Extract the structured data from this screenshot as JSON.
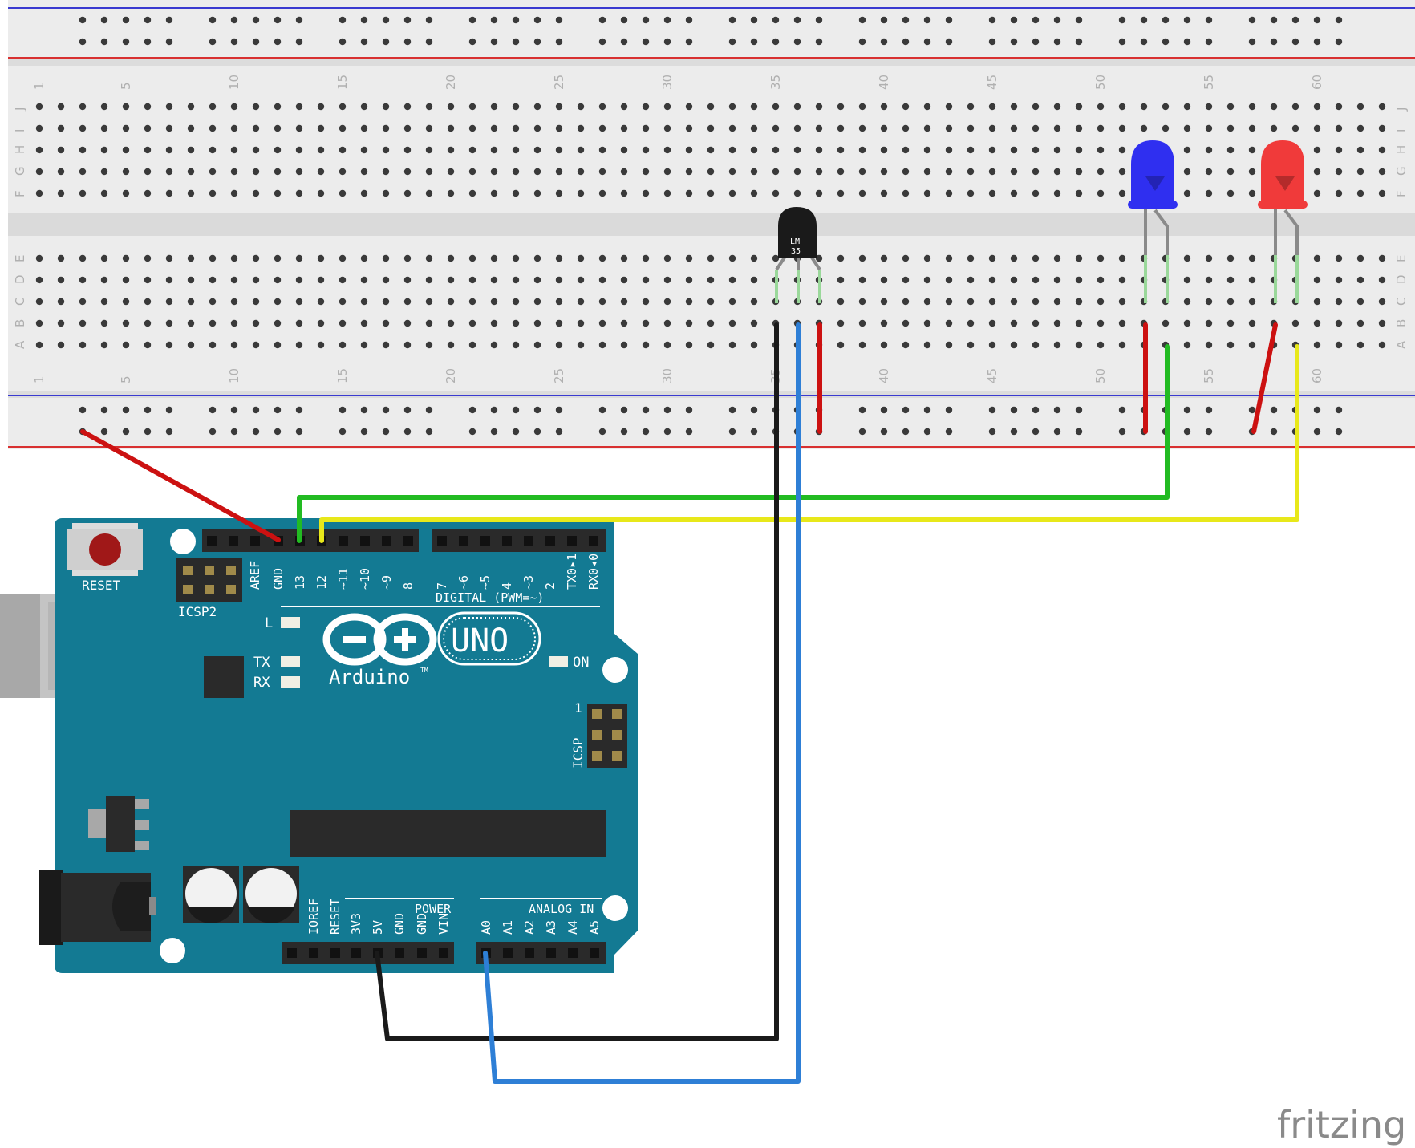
{
  "breadboard": {
    "column_numbers": [
      "1",
      "5",
      "10",
      "15",
      "20",
      "25",
      "30",
      "35",
      "40",
      "45",
      "50",
      "55",
      "60"
    ],
    "rows_top": [
      "J",
      "I",
      "H",
      "G",
      "F"
    ],
    "rows_bottom": [
      "E",
      "D",
      "C",
      "B",
      "A"
    ]
  },
  "arduino": {
    "reset_label": "RESET",
    "icsp2_label": "ICSP2",
    "icsp_label": "ICSP",
    "icsp_pin1": "1",
    "digital_label": "DIGITAL (PWM=~)",
    "digital_pins": [
      "AREF",
      "GND",
      "13",
      "12",
      "~11",
      "~10",
      "~9",
      "8",
      "7",
      "~6",
      "~5",
      "4",
      "~3",
      "2",
      "TX0▸1",
      "RX0◂0"
    ],
    "led_l": "L",
    "led_tx": "TX",
    "led_rx": "RX",
    "led_on": "ON",
    "model": "UNO",
    "brand": "Arduino",
    "trademark": "TM",
    "power_label": "POWER",
    "analog_label": "ANALOG IN",
    "power_pins": [
      "IOREF",
      "RESET",
      "3V3",
      "5V",
      "GND",
      "GND",
      "VIN"
    ],
    "analog_pins": [
      "A0",
      "A1",
      "A2",
      "A3",
      "A4",
      "A5"
    ]
  },
  "sensor": {
    "label_line1": "LM",
    "label_line2": "35"
  },
  "leds": [
    {
      "color": "#2f2ff0",
      "name": "blue"
    },
    {
      "color": "#f03a3a",
      "name": "red"
    }
  ],
  "wire_colors": {
    "red": "#cc1111",
    "green": "#22bb22",
    "yellow": "#e8e81a",
    "black": "#1a1a1a",
    "blue": "#2e7fd6"
  },
  "board_color": "#137a93",
  "watermark": "fritzing"
}
